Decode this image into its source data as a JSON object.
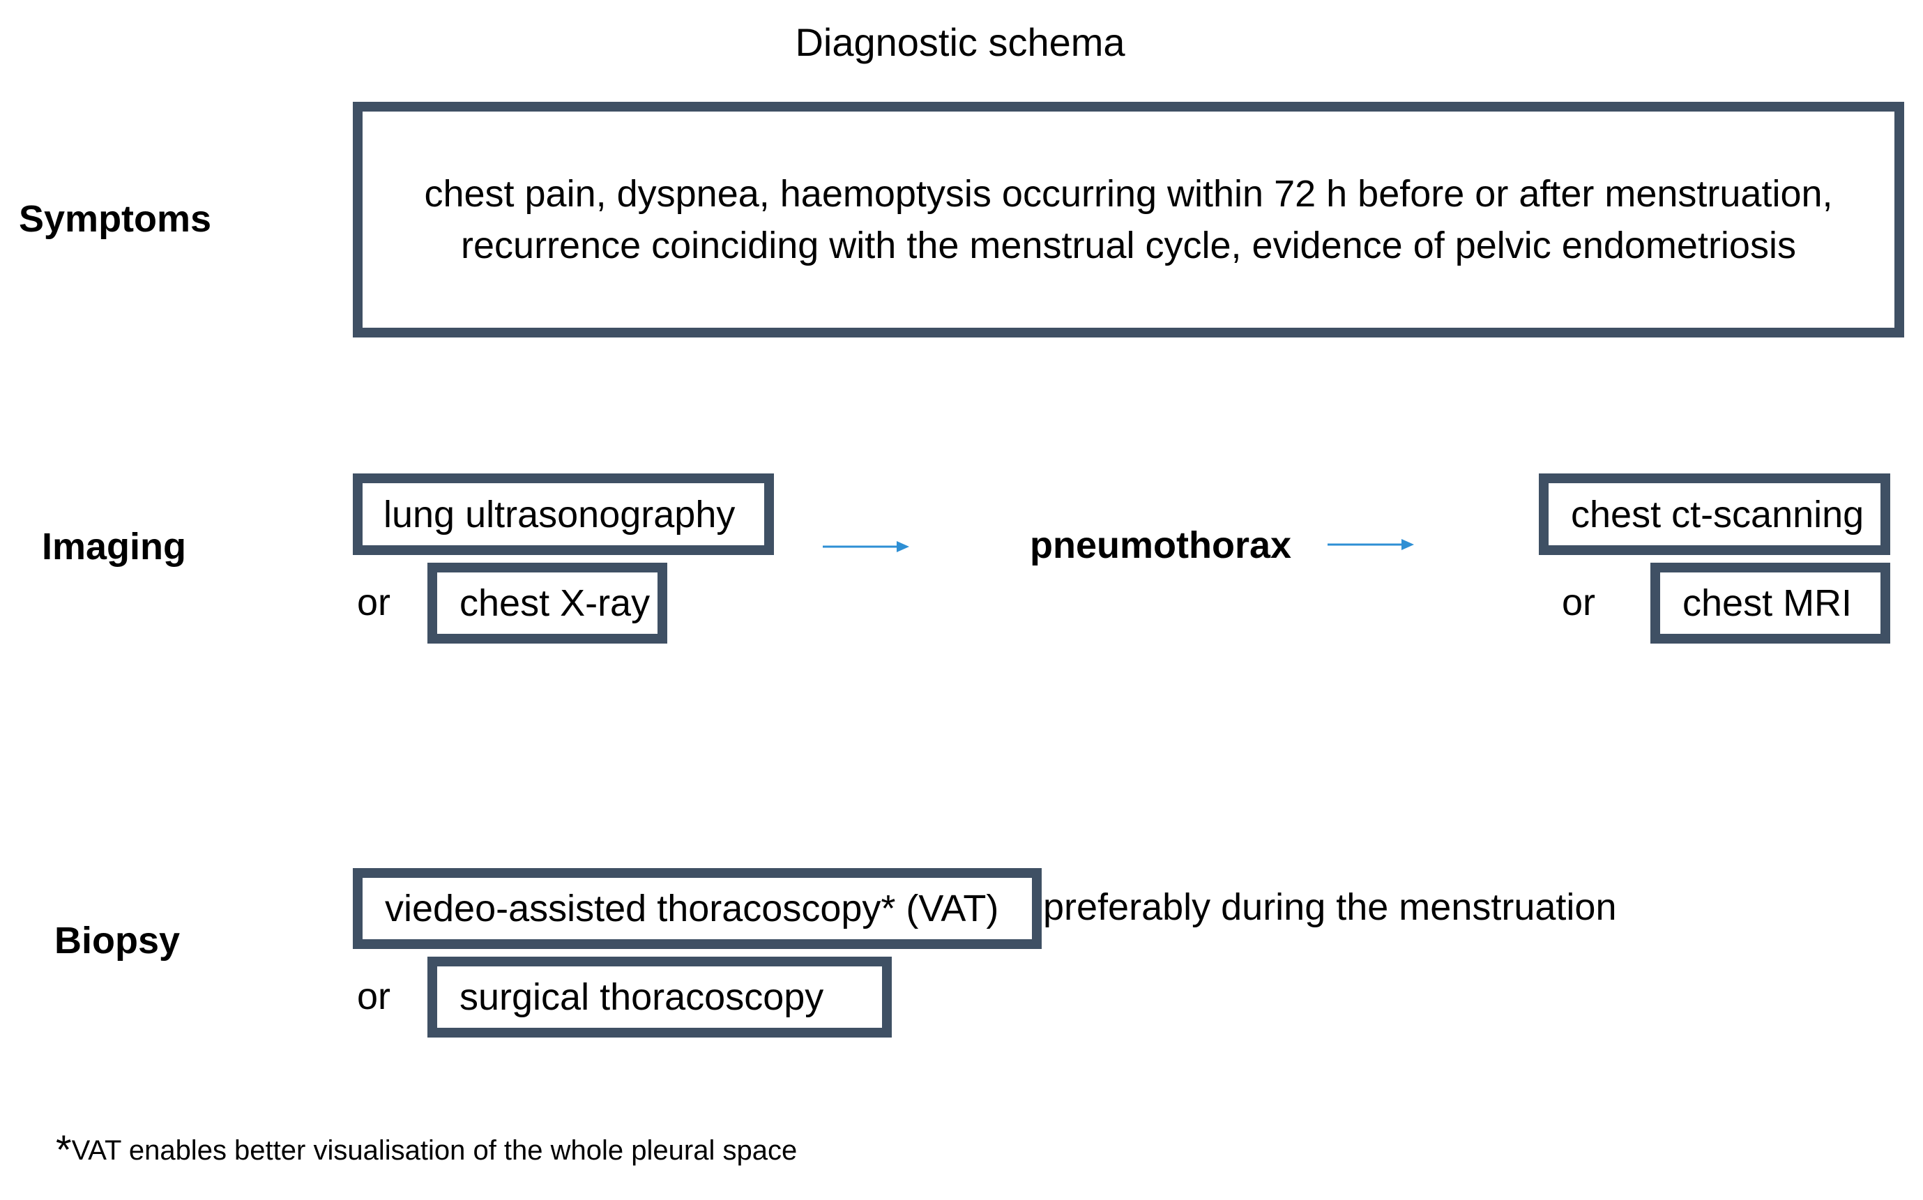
{
  "title": "Diagnostic schema",
  "rows": {
    "symptoms": {
      "label": "Symptoms",
      "text_line1": "chest pain, dyspnea, haemoptysis occurring within 72 h before or after menstruation,",
      "text_line2": "recurrence coinciding with the menstrual cycle, evidence of pelvic endometriosis"
    },
    "imaging": {
      "label": "Imaging",
      "first_option": "lung ultrasonography",
      "or_1": "or",
      "second_option": "chest X-ray",
      "result": "pneumothorax",
      "followup_first": "chest ct-scanning",
      "or_2": "or",
      "followup_second": "chest MRI"
    },
    "biopsy": {
      "label": "Biopsy",
      "first_option": "viedeo-assisted thoracoscopy* (VAT)",
      "first_note": "preferably during the menstruation",
      "or_1": "or",
      "second_option": "surgical thoracoscopy"
    }
  },
  "footnote": {
    "marker": "*",
    "text": "VAT enables better visualisation of the whole pleural space"
  },
  "colors": {
    "box_border": "#3f5064",
    "arrow": "#2e8fd4"
  }
}
